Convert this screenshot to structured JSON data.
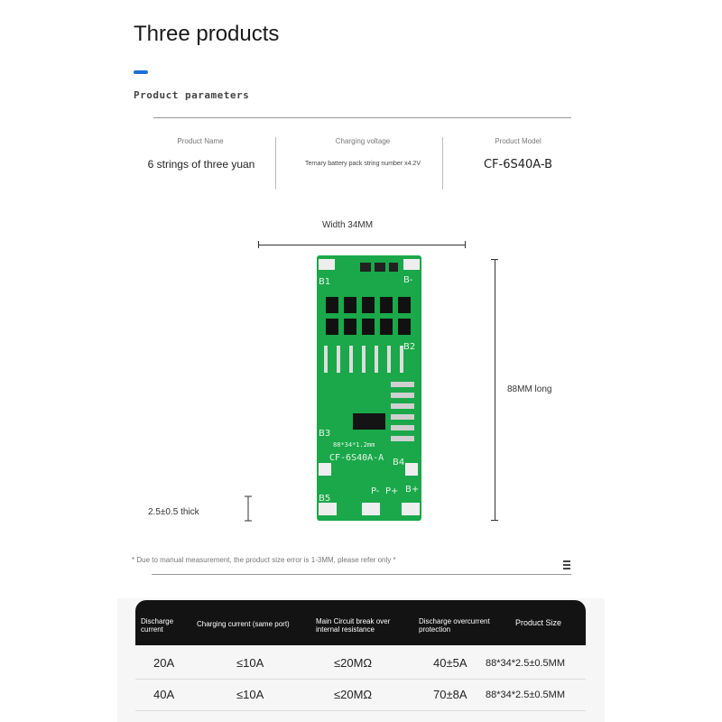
{
  "header": {
    "title": "Three products",
    "section_label": "Product parameters",
    "accent_color": "#1f6fd6"
  },
  "params": [
    {
      "label": "Product Name",
      "value": "6 strings of three yuan"
    },
    {
      "label": "Charging voltage",
      "value": "Ternary battery pack string number x4.2V"
    },
    {
      "label": "Product Model",
      "value": "CF-6S40A-B"
    }
  ],
  "dimensions": {
    "width": "Width 34MM",
    "length": "88MM long",
    "thickness": "2.5±0.5 thick"
  },
  "board": {
    "silkscreen_model": "CF-6S40A-A",
    "silkscreen_size": "88*34*1.2mm",
    "pads": [
      "B-",
      "B1",
      "B2",
      "B3",
      "B4",
      "B5",
      "P-",
      "P+",
      "B+"
    ],
    "pcb_color": "#1aa84a"
  },
  "note": "* Due to manual measurement, the product size error is 1-3MM, please refer only *",
  "menu_icon": "menu-icon",
  "table": {
    "headers": [
      "Discharge current",
      "Charging current (same port)",
      "Main Circuit break over internal resistance",
      "Discharge overcurrent protection",
      "Product Size"
    ],
    "rows": [
      [
        "20A",
        "≤10A",
        "≤20MΩ",
        "40±5A",
        "88*34*2.5±0.5MM"
      ],
      [
        "40A",
        "≤10A",
        "≤20MΩ",
        "70±8A",
        "88*34*2.5±0.5MM"
      ]
    ]
  }
}
